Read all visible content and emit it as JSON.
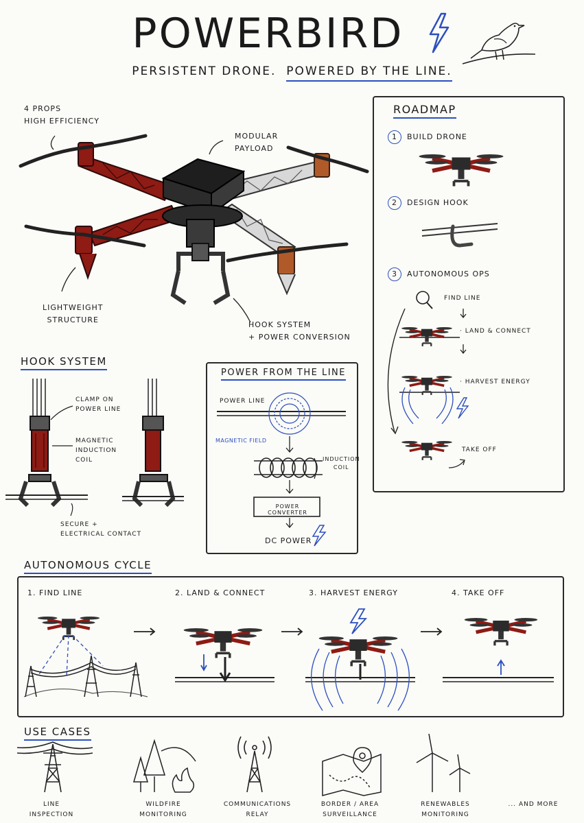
{
  "header": {
    "title": "Powerbird",
    "subtitle_plain": "Persistent drone.",
    "subtitle_underlined": "Powered by the line."
  },
  "drone_callouts": {
    "props": [
      "4 props",
      "high efficiency"
    ],
    "payload": [
      "Modular",
      "payload"
    ],
    "structure": [
      "Lightweight",
      "structure"
    ],
    "hook": [
      "Hook system",
      "+ power conversion"
    ]
  },
  "roadmap": {
    "heading": "Roadmap",
    "steps": [
      {
        "num": "1",
        "label": "Build drone"
      },
      {
        "num": "2",
        "label": "Design hook"
      },
      {
        "num": "3",
        "label": "Autonomous ops"
      }
    ],
    "ops": [
      "Find line",
      "· Land & connect",
      "· Harvest energy",
      "Take off"
    ]
  },
  "hook_system": {
    "heading": "Hook system",
    "clamp": [
      "Clamp on",
      "power line"
    ],
    "coil": [
      "Magnetic",
      "induction",
      "coil"
    ],
    "contact": [
      "Secure +",
      "electrical contact"
    ]
  },
  "power": {
    "heading": "Power from the line",
    "line": "Power line",
    "field": "Magnetic field",
    "coil": [
      "Induction",
      "coil"
    ],
    "converter": "Power converter",
    "dc": "DC power"
  },
  "cycle": {
    "heading": "Autonomous cycle",
    "steps": [
      "1. Find line",
      "2. Land & connect",
      "3. Harvest energy",
      "4. Take off"
    ]
  },
  "use_cases": {
    "heading": "Use cases",
    "items": [
      {
        "icon": "power-tower-icon",
        "lines": [
          "Line",
          "inspection"
        ]
      },
      {
        "icon": "forest-fire-icon",
        "lines": [
          "Wildfire",
          "monitoring"
        ]
      },
      {
        "icon": "radio-tower-icon",
        "lines": [
          "Communications",
          "relay"
        ]
      },
      {
        "icon": "map-pin-icon",
        "lines": [
          "Border / area",
          "surveillance"
        ]
      },
      {
        "icon": "wind-turbine-icon",
        "lines": [
          "Renewables",
          "monitoring"
        ]
      },
      {
        "icon": "",
        "lines": [
          "... and more"
        ]
      }
    ]
  },
  "colors": {
    "accent": "#2c4fbf",
    "frame_red": "#8e1b14",
    "ink": "#1a1a1a"
  }
}
